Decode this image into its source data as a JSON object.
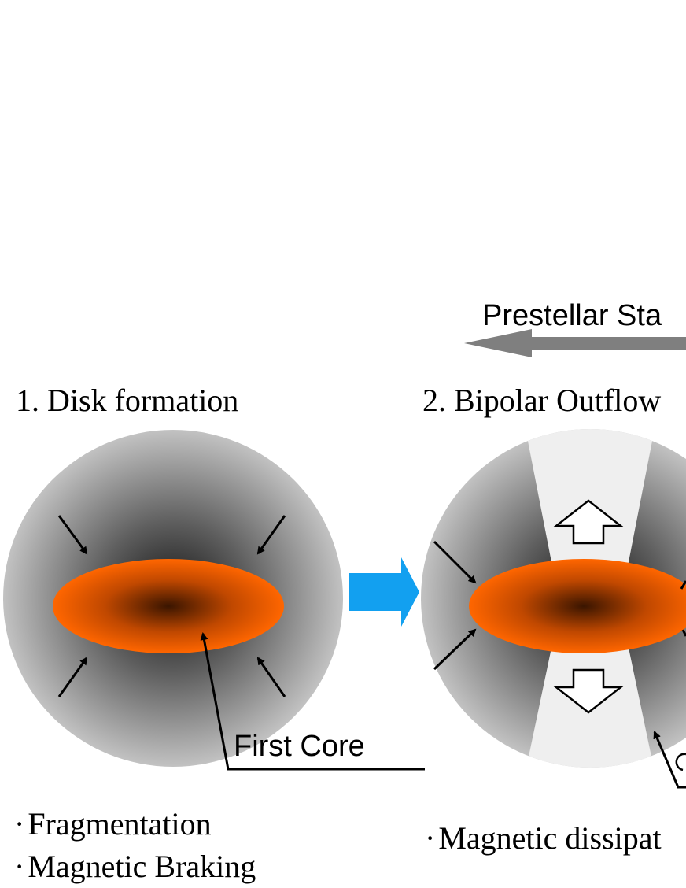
{
  "header": {
    "stage_label": "Prestellar Sta"
  },
  "panels": [
    {
      "title": "1. Disk formation",
      "notes": [
        "Fragmentation",
        "Magnetic Braking"
      ]
    },
    {
      "title": "2. Bipolar Outflow",
      "notes": [
        "Magnetic dissipat"
      ]
    }
  ],
  "callouts": {
    "first_core": "First Core"
  },
  "bullet_glyph": "·",
  "colors": {
    "disk_orange": "#ff6200",
    "disk_dark": "#3a1500",
    "cloud_outer": "#bdbdbd",
    "cloud_inner": "#3a3a3a",
    "outflow_cone": "#efefef",
    "process_arrow": "#12a0f0",
    "stage_arrow": "#7f7f7f"
  },
  "icons": [
    "infall-arrow-icon",
    "outflow-arrow-icon",
    "process-arrow-icon",
    "stage-arrow-icon"
  ]
}
